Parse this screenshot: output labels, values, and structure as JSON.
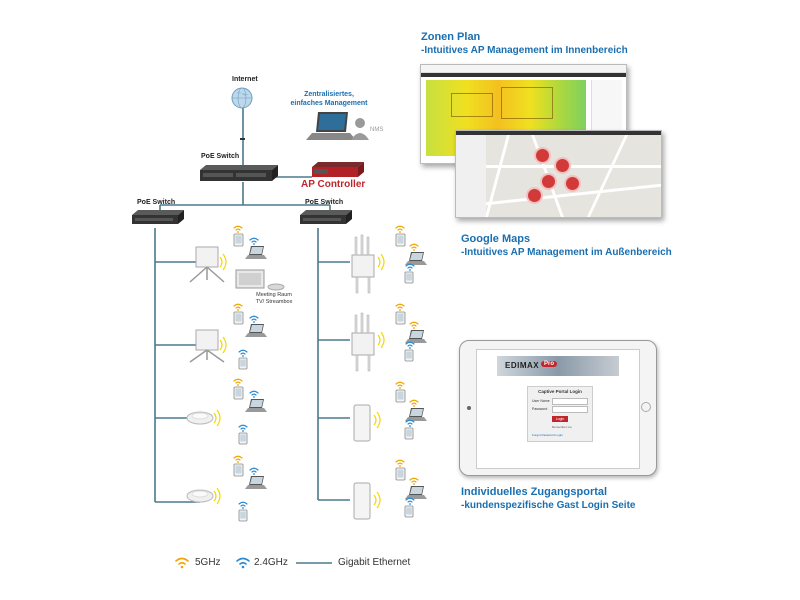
{
  "labels": {
    "internet": "Internet",
    "central_management": "Zentralisiertes, einfaches Management",
    "nms": "NMS",
    "poe_switch_top": "PoE Switch",
    "ap_controller": "AP Controller",
    "poe_switch_left": "PoE Switch",
    "poe_switch_right": "PoE Switch",
    "meeting_room": "Meeting Raum TV/ Streambox"
  },
  "callouts": {
    "zone_plan_title": "Zonen Plan",
    "zone_plan_sub": "-Intuitives AP Management im Innenbereich",
    "google_maps_title": "Google Maps",
    "google_maps_sub": "-Intuitives AP Management im Außenbereich",
    "portal_title": "Individuelles Zugangsportal",
    "portal_sub": "-kundenspezifische Gast Login Seite"
  },
  "portal": {
    "brand": "EDIMAX",
    "brand_tag": "Pro",
    "heading": "Captive Portal Login",
    "user_label": "User Name",
    "password_label": "Password",
    "login_button": "Login",
    "remember": "Remember me",
    "forgot": "Forgot Password Login"
  },
  "legend": {
    "ghz5": "5GHz",
    "ghz24": "2.4GHz",
    "ethernet": "Gigabit Ethernet"
  },
  "colors": {
    "ghz5": "#f0a500",
    "ghz24": "#2a8ad4",
    "ethernet": "#4a7a8c",
    "accent": "#c0272d",
    "title_blue": "#1a6fb0"
  }
}
